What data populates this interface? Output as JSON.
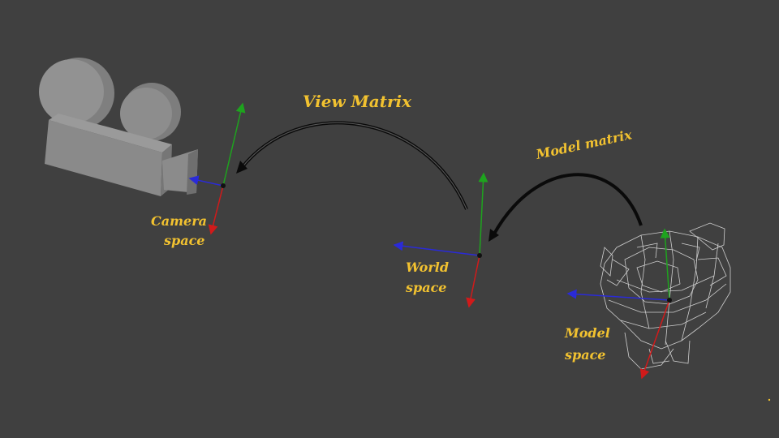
{
  "labels": {
    "view_matrix": "View Matrix",
    "model_matrix": "Model matrix",
    "camera_space_line1": "Camera",
    "camera_space_line2": "space",
    "world_space_line1": "World",
    "world_space_line2": "space",
    "model_space_line1": "Model",
    "model_space_line2": "space"
  },
  "colors": {
    "background": "#404040",
    "annotation": "#f2c230",
    "x_axis": "#d11a1a",
    "y_axis": "#1ea31e",
    "z_axis": "#2a2ad8",
    "camera_body": "#8c8c8c",
    "wireframe": "#cfcfcf",
    "arc": "#0a0a0a"
  },
  "icons": {
    "camera": "movie-camera-icon",
    "model": "monkey-head-wireframe-icon"
  }
}
